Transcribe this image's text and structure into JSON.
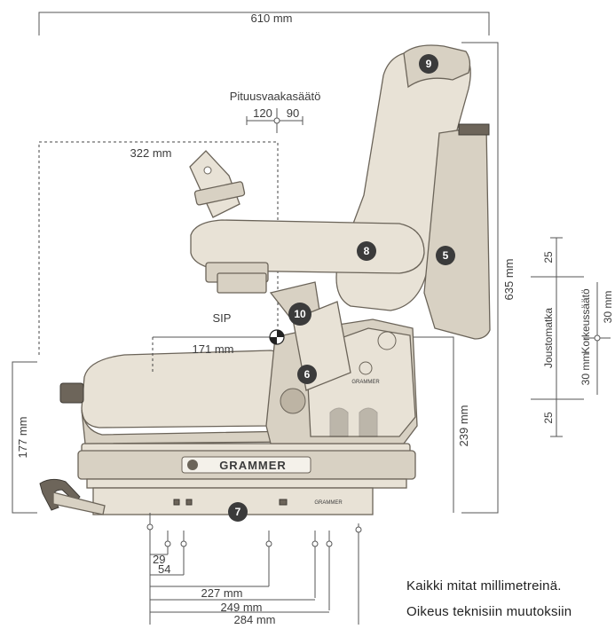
{
  "dimensions": {
    "overall_width": "610 mm",
    "backrest_depth": "322 mm",
    "sip_offset": "171 mm",
    "base_height": "177 mm",
    "sip_height": "239 mm",
    "total_height": "635 mm"
  },
  "longitudinal": {
    "title": "Pituusvaakasäätö",
    "back": "120",
    "forward": "90"
  },
  "sip_label": "SIP",
  "suspension": {
    "travel_label": "Joustomatka",
    "height_label": "Korkeussäätö",
    "travel_top": "25",
    "travel_bottom": "25",
    "height_up": "30 mm",
    "height_down": "30 mm"
  },
  "mounting": {
    "d29": "29",
    "d54": "54",
    "d227": "227 mm",
    "d249": "249 mm",
    "d284": "284 mm"
  },
  "brand": "GRAMMER",
  "callouts": [
    "5",
    "6",
    "7",
    "8",
    "9",
    "10"
  ],
  "notes": {
    "line1": "Kaikki mitat millimetreinä.",
    "line2": "Oikeus teknisiin muutoksiin"
  }
}
